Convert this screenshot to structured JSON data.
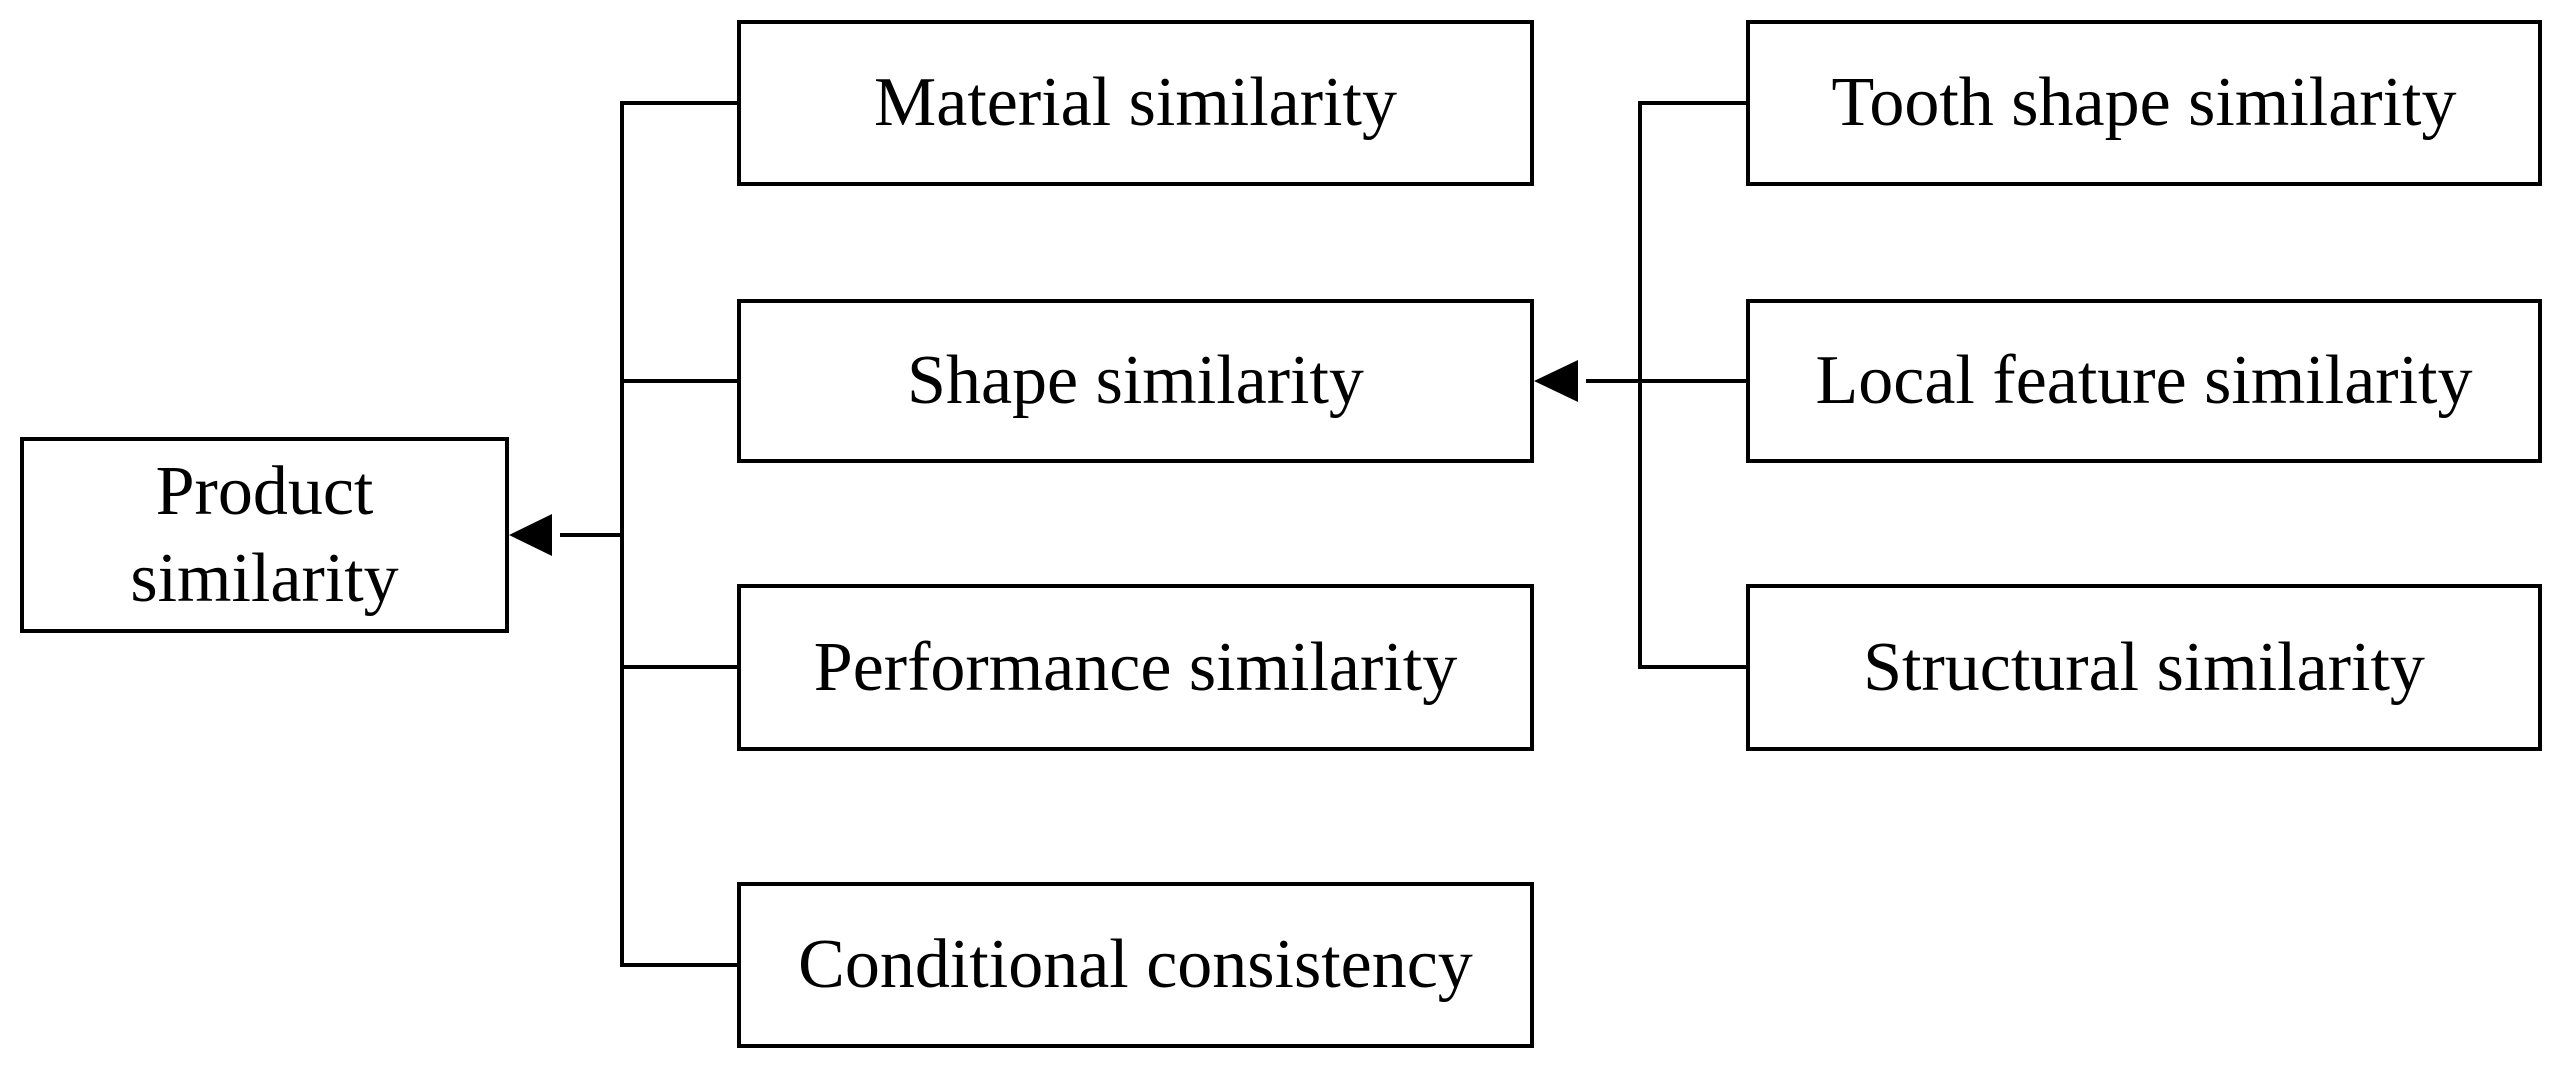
{
  "nodes": {
    "product": {
      "line1": "Product",
      "line2": "similarity"
    },
    "material": "Material similarity",
    "shape": "Shape similarity",
    "performance": "Performance similarity",
    "conditional": "Conditional consistency",
    "tooth": "Tooth shape similarity",
    "local": "Local feature similarity",
    "structural": "Structural similarity"
  },
  "colors": {
    "line": "#000000",
    "box_border": "#000000",
    "text": "#000000",
    "background": "#ffffff"
  }
}
